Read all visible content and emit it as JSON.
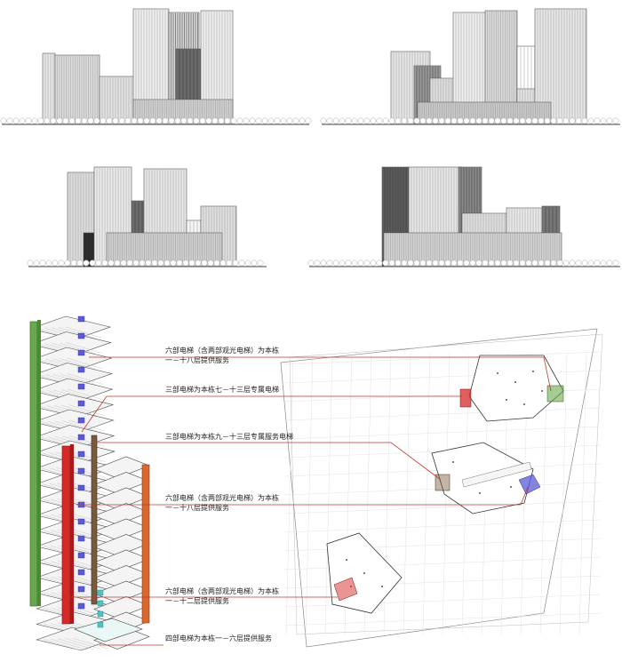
{
  "elevations": [
    {
      "name": "elevation-south"
    },
    {
      "name": "elevation-north"
    },
    {
      "name": "elevation-east"
    },
    {
      "name": "elevation-west"
    }
  ],
  "annotations": [
    {
      "line1": "六部电梯（含两部观光电梯）为本栋",
      "line2": "一－十八层提供服务"
    },
    {
      "line1": "三部电梯为本栋七－十三层专属电梯",
      "line2": ""
    },
    {
      "line1": "三部电梯为本栋九－十三层专属服务电梯",
      "line2": ""
    },
    {
      "line1": "六部电梯（含两部观光电梯）为本栋",
      "line2": "一－十八层提供服务"
    },
    {
      "line1": "六部电梯（含两部观光电梯）为本栋",
      "line2": "一－十二层提供服务"
    },
    {
      "line1": "四部电梯为本栋一－六层提供服务",
      "line2": ""
    }
  ],
  "colors": {
    "green": "#6aa84f",
    "blue": "#5b5bd6",
    "red": "#d62a2a",
    "brown": "#7a5a3c",
    "orange": "#d9682e",
    "cyan": "#4fc4c4",
    "leader": "#c0392b"
  }
}
